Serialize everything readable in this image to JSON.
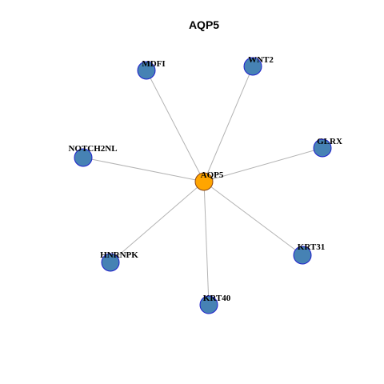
{
  "title": "AQP5",
  "colors": {
    "hub_fill": "#ffa500",
    "hub_border": "#8b4513",
    "leaf_fill": "#4682b4",
    "leaf_border": "#1f1fcc",
    "edge": "#b3b3b3"
  },
  "hub": {
    "id": "AQP5",
    "label": "AQP5"
  },
  "nodes": [
    {
      "id": "MDFI",
      "label": "MDFI"
    },
    {
      "id": "WNT2",
      "label": "WNT2"
    },
    {
      "id": "NOTCH2NL",
      "label": "NOTCH2NL"
    },
    {
      "id": "GLRX",
      "label": "GLRX"
    },
    {
      "id": "HNRNPK",
      "label": "HNRNPK"
    },
    {
      "id": "KRT31",
      "label": "KRT31"
    },
    {
      "id": "KRT40",
      "label": "KRT40"
    }
  ],
  "edges": [
    [
      "AQP5",
      "MDFI"
    ],
    [
      "AQP5",
      "WNT2"
    ],
    [
      "AQP5",
      "NOTCH2NL"
    ],
    [
      "AQP5",
      "GLRX"
    ],
    [
      "AQP5",
      "HNRNPK"
    ],
    [
      "AQP5",
      "KRT31"
    ],
    [
      "AQP5",
      "KRT40"
    ]
  ]
}
